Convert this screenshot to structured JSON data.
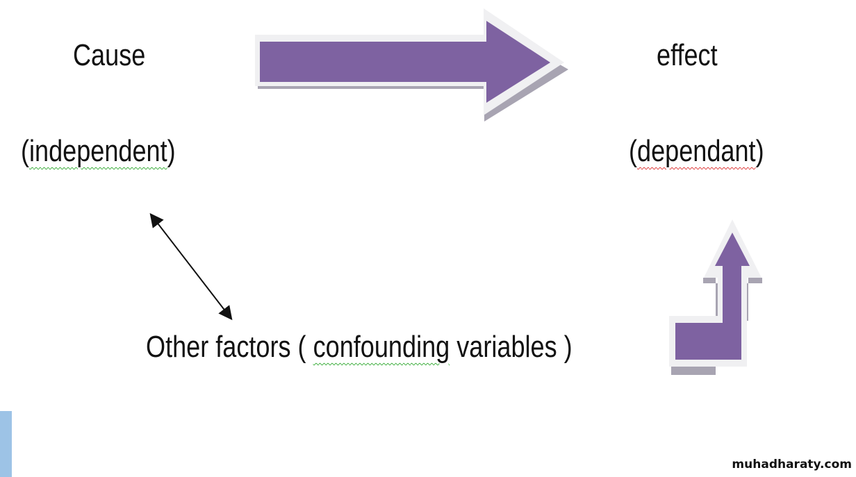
{
  "labels": {
    "cause": "Cause",
    "independent_open": "(",
    "independent": "independent",
    "independent_close": ")",
    "effect": "effect",
    "dependant_open": "(",
    "dependant": "dependant",
    "dependant_close": ")",
    "other_prefix": "Other factors ( ",
    "confounding": "confounding",
    "other_suffix": " variables  )"
  },
  "watermark": "muhadharaty.com",
  "colors": {
    "arrow": "#7e62a1",
    "accent_bar": "#9dc3e6"
  }
}
